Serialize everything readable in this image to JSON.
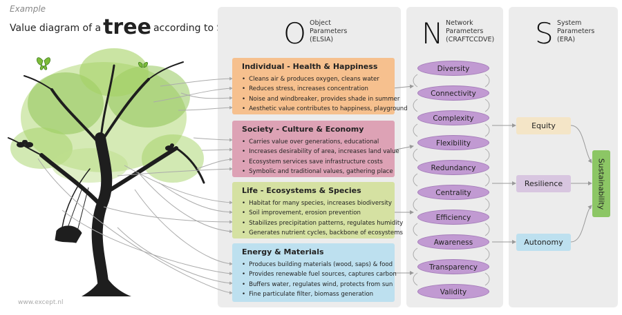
{
  "header": {
    "example": "Example",
    "title_prefix": "Value diagram of a",
    "title_word": "tree",
    "title_suffix": "according to SiD"
  },
  "footer": "www.except.nl",
  "columns": {
    "o": {
      "letter": "O",
      "line1": "Object",
      "line2": "Parameters",
      "line3": "(ELSIA)"
    },
    "n": {
      "letter": "N",
      "line1": "Network",
      "line2": "Parameters",
      "line3": "(CRAFTCCDVE)"
    },
    "s": {
      "letter": "S",
      "line1": "System",
      "line2": "Parameters",
      "line3": "(ERA)"
    }
  },
  "objects": [
    {
      "title": "Individual - Health & Happiness",
      "color": "#f6c08e",
      "items": [
        "Cleans air & produces oxygen, cleans water",
        "Reduces stress, increases concentration",
        "Noise and windbreaker, provides shade in summer",
        "Aesthetic value contributes to happiness, playground"
      ]
    },
    {
      "title": "Society - Culture & Economy",
      "color": "#dda2b5",
      "items": [
        "Carries value over generations, educational",
        "Increases desirability of area, increases land value",
        "Ecosystem services save infrastructure costs",
        "Symbolic and traditional values, gathering place"
      ]
    },
    {
      "title": "Life - Ecosystems & Species",
      "color": "#d5e1a2",
      "items": [
        "Habitat for many species, increases biodiversity",
        "Soil improvement, erosion prevention",
        "Stabilizes precipitation patterns, regulates humidity",
        "Generates nutrient cycles, backbone of ecosystems"
      ]
    },
    {
      "title": "Energy & Materials",
      "color": "#bde0ef",
      "items": [
        "Produces building materials (wood, saps) & food",
        "Provides renewable fuel sources, captures carbon",
        "Buffers water, regulates wind, protects from sun",
        "Fine particulate filter, biomass generation"
      ]
    }
  ],
  "network": [
    "Diversity",
    "Connectivity",
    "Complexity",
    "Flexibility",
    "Redundancy",
    "Centrality",
    "Efficiency",
    "Awareness",
    "Transparency",
    "Validity"
  ],
  "system": [
    {
      "label": "Equity",
      "color": "#f4e5c7"
    },
    {
      "label": "Resilience",
      "color": "#d8c6e0"
    },
    {
      "label": "Autonomy",
      "color": "#bde0ef"
    }
  ],
  "sustainability": "Sustainability",
  "colors": {
    "oval": "#c19ad2",
    "sustainability": "#8cc665",
    "column_bg": "#ececec",
    "leaf": "#8cc63f",
    "trunk": "#1e1e1e"
  }
}
